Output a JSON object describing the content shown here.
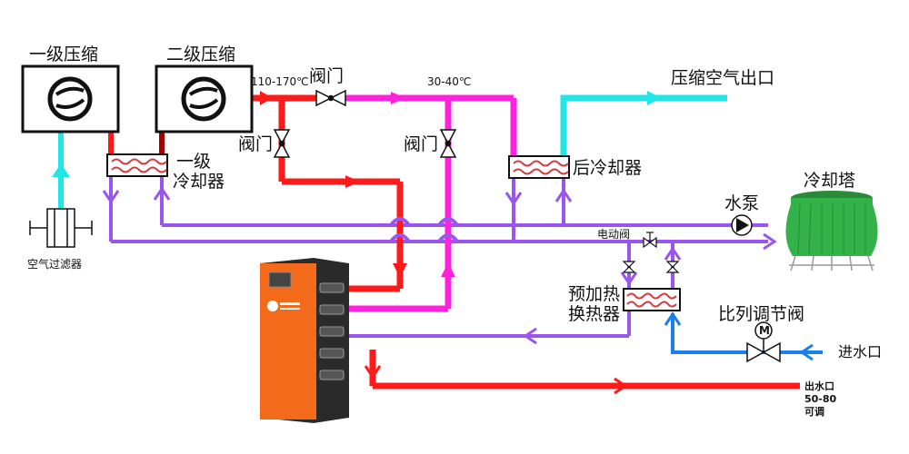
{
  "labels": {
    "compressor_1": "一级压缩",
    "compressor_2": "二级压缩",
    "cooler_1_line1": "一级",
    "cooler_1_line2": "冷却器",
    "valve_top": "阀门",
    "valve_left": "阀门",
    "valve_mid": "阀门",
    "temp_high": "110-170℃",
    "temp_low": "30-40℃",
    "outlet": "压缩空气出口",
    "aftercooler": "后冷却器",
    "cooling_tower": "冷却塔",
    "water_pump": "水泵",
    "electric_valve": "电动阀",
    "preheat_line1": "预加热",
    "preheat_line2": "换热器",
    "proportional_valve": "比列调节阀",
    "water_inlet": "进水口",
    "water_outlet_line1": "出水口",
    "water_outlet_line2": "50-80",
    "water_outlet_line3": "可调",
    "air_filter": "空气过滤器",
    "motor_symbol": "M"
  },
  "colors": {
    "hot_air": "#ff1a1a",
    "dark_red": "#a50000",
    "cool_air": "#ff22dd",
    "intake_air": "#22e6e6",
    "cooling_water": "#9955ee",
    "inlet_water": "#1a7ef0",
    "heat_recovery_unit": "#f26a1a",
    "cooling_tower": "#33b24a"
  }
}
